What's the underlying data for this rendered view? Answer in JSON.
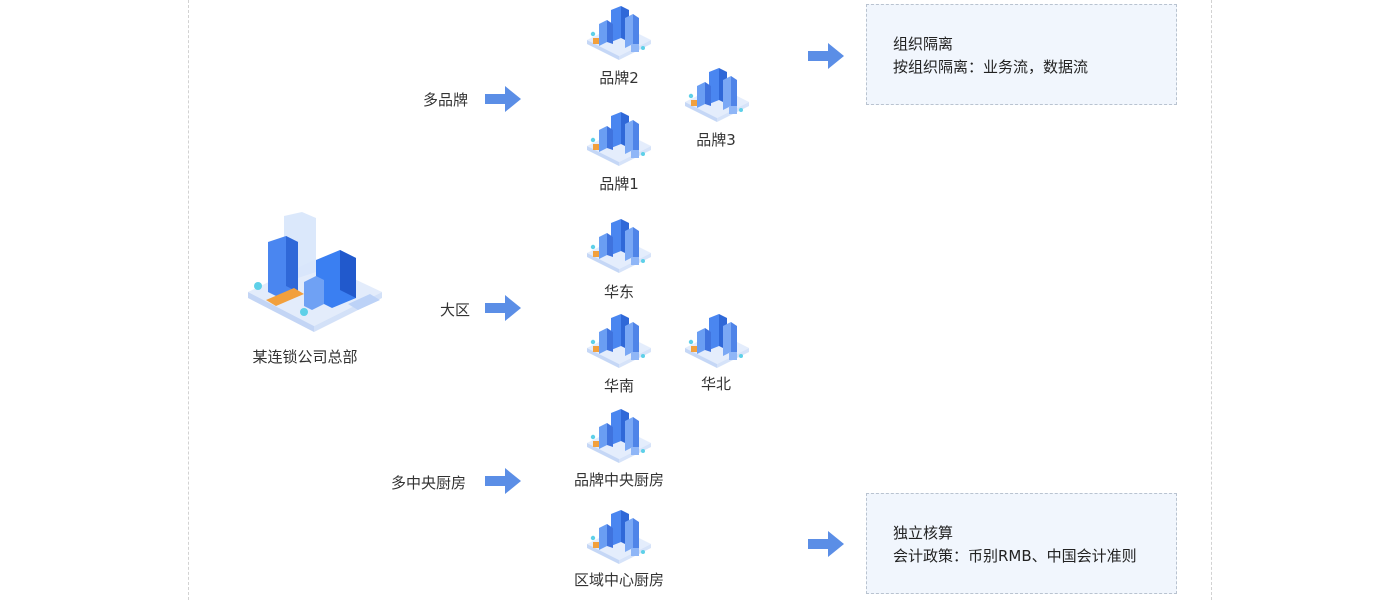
{
  "headquarters": {
    "label": "某连锁公司总部",
    "icon": "headquarters-building-icon"
  },
  "groups": [
    {
      "label": "多品牌",
      "nodes": [
        "品牌2",
        "品牌3",
        "品牌1"
      ]
    },
    {
      "label": "大区",
      "nodes": [
        "华东",
        "华南",
        "华北"
      ]
    },
    {
      "label": "多中央厨房",
      "nodes": [
        "品牌中央厨房",
        "区域中心厨房"
      ]
    }
  ],
  "notes": [
    {
      "title": "组织隔离",
      "detail": "按组织隔离：业务流，数据流"
    },
    {
      "title": "独立核算",
      "detail": "会计政策：币别RMB、中国会计准则"
    }
  ],
  "colors": {
    "arrow": "#5b8ee6",
    "note_bg": "#f1f6fd",
    "note_border": "#b9c3d0",
    "building": "#3d7ef0"
  }
}
